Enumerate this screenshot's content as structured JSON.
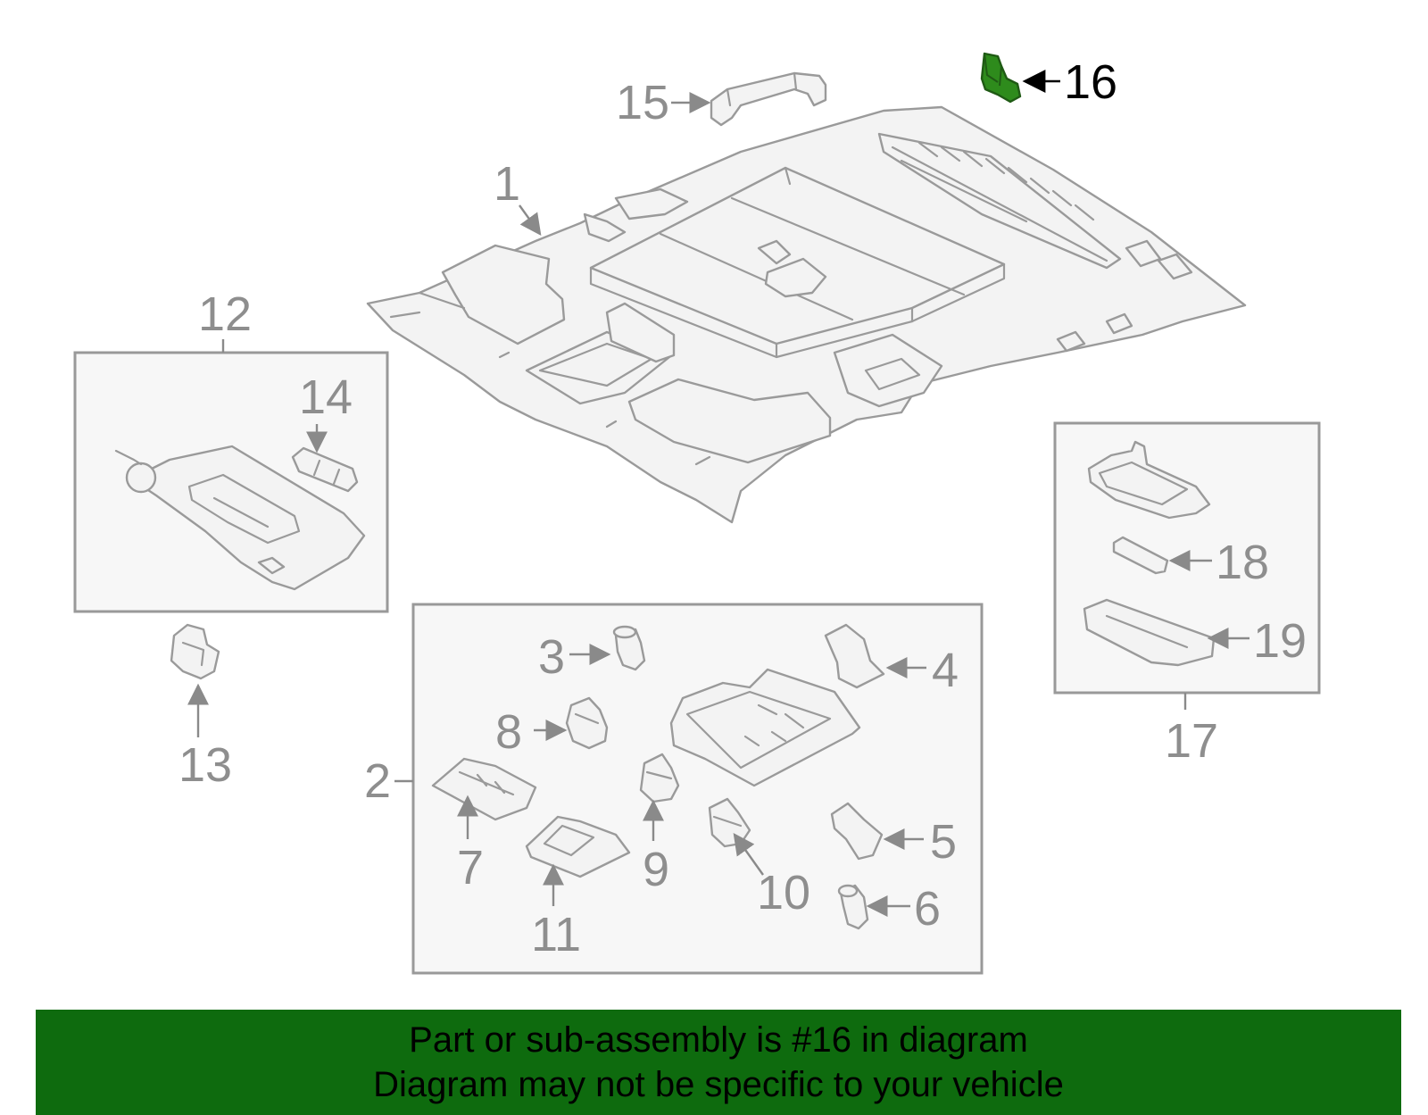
{
  "callouts": {
    "c1": "1",
    "c2": "2",
    "c3": "3",
    "c4": "4",
    "c5": "5",
    "c6": "6",
    "c7": "7",
    "c8": "8",
    "c9": "9",
    "c10": "10",
    "c11": "11",
    "c12": "12",
    "c13": "13",
    "c14": "14",
    "c15": "15",
    "c16": "16",
    "c17": "17",
    "c18": "18",
    "c19": "19"
  },
  "highlighted_part": "16",
  "colors": {
    "banner_bg": "#0e6b0e",
    "highlight": "#2e8b1c",
    "line_gray": "#9a9a9a"
  },
  "banner": {
    "line1": "Part or sub-assembly is #16 in diagram",
    "line2": "Diagram may not be specific to your vehicle"
  }
}
